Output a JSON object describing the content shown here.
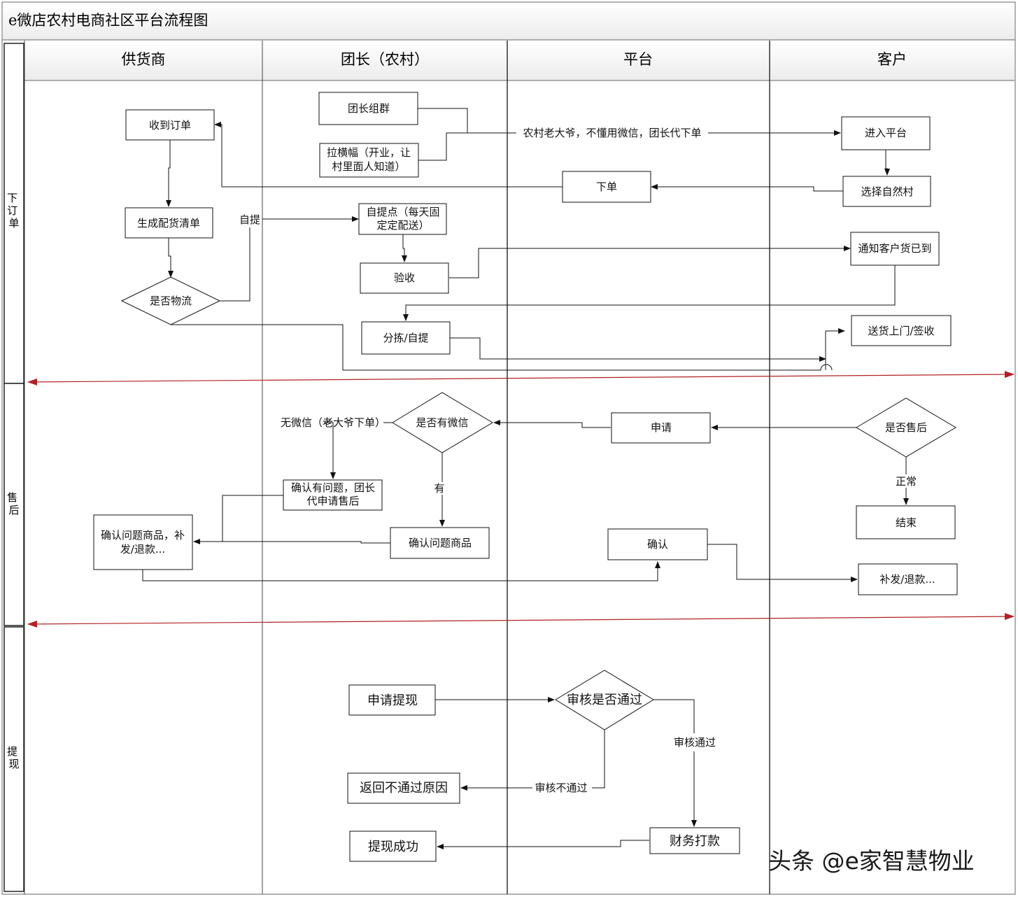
{
  "title": "e微店农村电商社区平台流程图",
  "lanes": [
    "供货商",
    "团长（农村）",
    "平台",
    "客户"
  ],
  "phases": [
    "下订单",
    "售后",
    "提现"
  ],
  "nodes": {
    "receive_order": "收到订单",
    "picking_list": "生成配货清单",
    "is_logistics": "是否物流",
    "leader_group": "团长组群",
    "banner": [
      "拉横幅（开业，让",
      "村里面人知道）"
    ],
    "pickup_point": [
      "自提点（每天固",
      "定定配送）"
    ],
    "inspect": "验收",
    "sort_pickup": "分拣/自提",
    "place_order": "下单",
    "enter_platform": "进入平台",
    "choose_village": "选择自然村",
    "notify_customer": "通知客户货已到",
    "delivery_sign": "送货上门/签收",
    "is_aftersale": "是否售后",
    "apply": "申请",
    "has_wechat": "是否有微信",
    "leader_apply": [
      "确认有问题，团长",
      "代申请售后"
    ],
    "confirm_item": "确认问题商品",
    "confirm_resend": [
      "确认问题商品，补",
      "发/退款..."
    ],
    "confirm": "确认",
    "end": "结束",
    "resend_refund": "补发/退款...",
    "apply_withdraw": "申请提现",
    "review_pass": "审核是否通过",
    "return_reason": "返回不通过原因",
    "finance_pay": "财务打款",
    "withdraw_success": "提现成功"
  },
  "labels": {
    "old_man_order": "农村老大爷，不懂用微信，团长代下单",
    "self_pickup": "自提",
    "no_wechat": "无微信（老大爷下单）",
    "has": "有",
    "normal": "正常",
    "reviewed_ok": "审核通过",
    "reviewed_fail": "审核不通过"
  },
  "colors": {
    "phase_separator": "#c0282b",
    "line": "#111111"
  },
  "watermark": "头条 @e家智慧物业"
}
